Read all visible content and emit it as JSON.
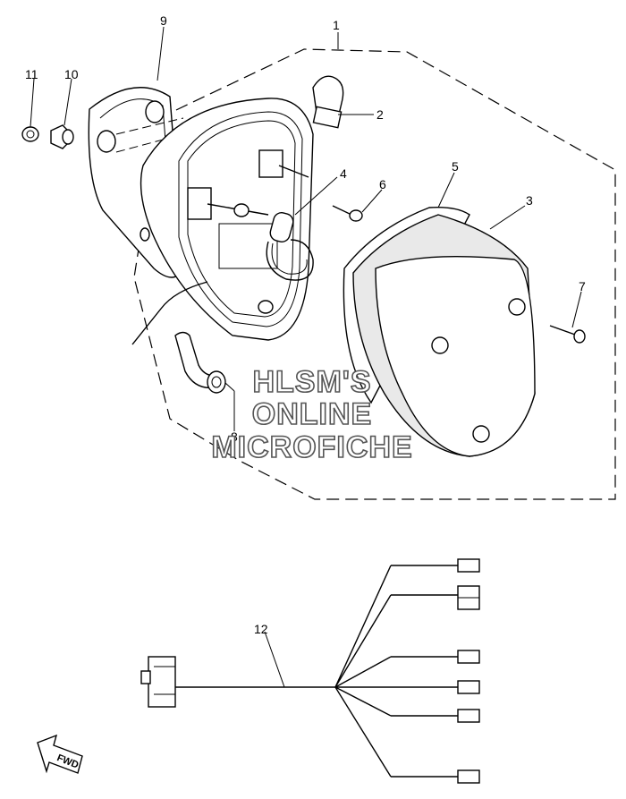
{
  "callouts": {
    "c1": "1",
    "c2": "2",
    "c3": "3",
    "c4": "4",
    "c5": "5",
    "c6": "6",
    "c7": "7",
    "c8": "8",
    "c9": "9",
    "c10": "10",
    "c11": "11",
    "c12": "12"
  },
  "watermark": {
    "line1": "HLSM'S",
    "line2": "ONLINE",
    "line3": "MICROFICHE"
  },
  "fwd_label": "FWD"
}
